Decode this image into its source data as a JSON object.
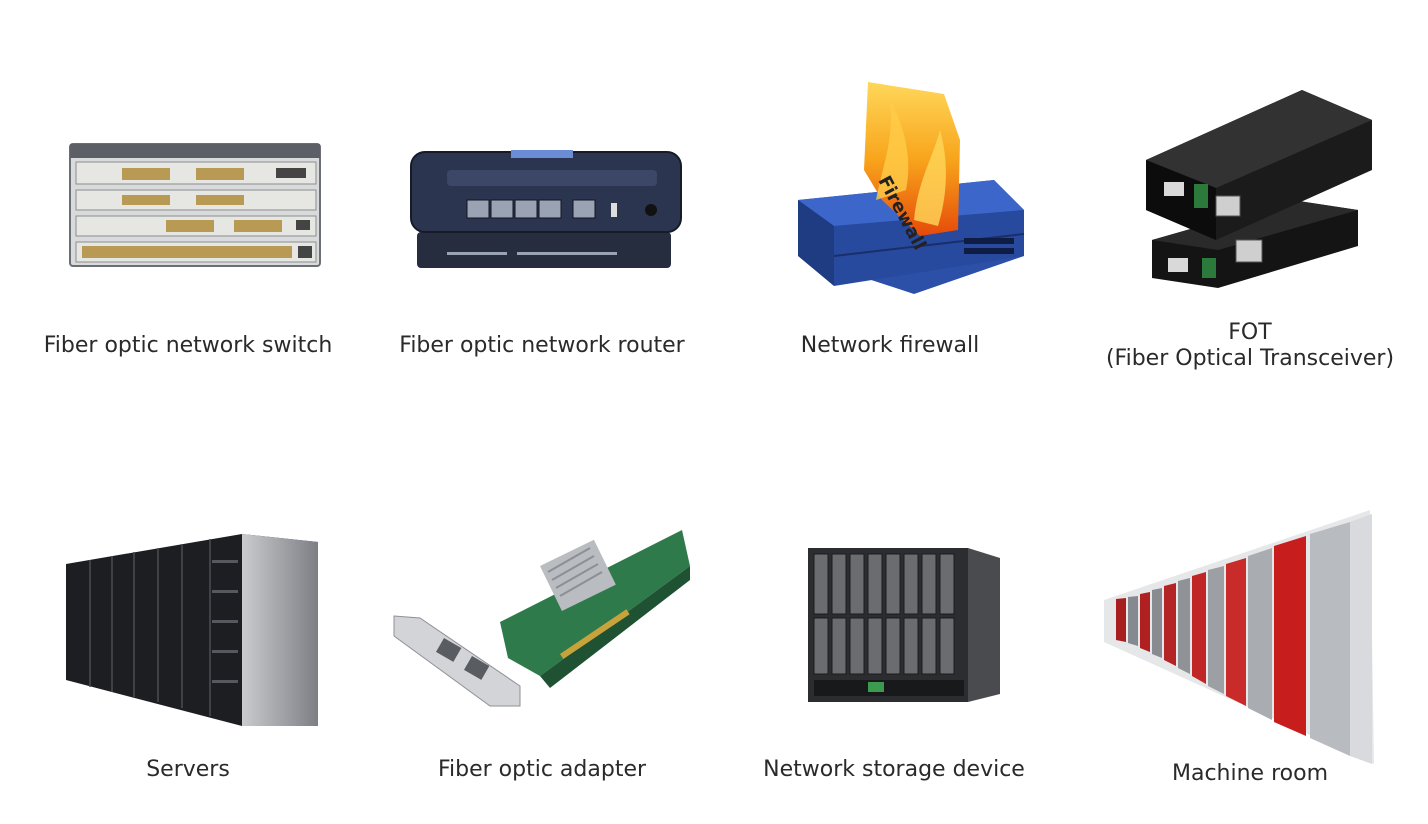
{
  "items": [
    {
      "label": "Fiber optic network switch",
      "icon": "network-switch-icon"
    },
    {
      "label": "Fiber optic network router",
      "icon": "network-router-icon"
    },
    {
      "label": "Network firewall",
      "icon": "firewall-icon",
      "badge": "Firewall"
    },
    {
      "label_line1": "FOT",
      "label_line2": "(Fiber Optical Transceiver)",
      "icon": "transceiver-icon"
    },
    {
      "label": "Servers",
      "icon": "server-rack-icon"
    },
    {
      "label": "Fiber optic adapter",
      "icon": "network-card-icon"
    },
    {
      "label": "Network storage device",
      "icon": "storage-enclosure-icon"
    },
    {
      "label": "Machine room",
      "icon": "data-center-icon"
    }
  ]
}
